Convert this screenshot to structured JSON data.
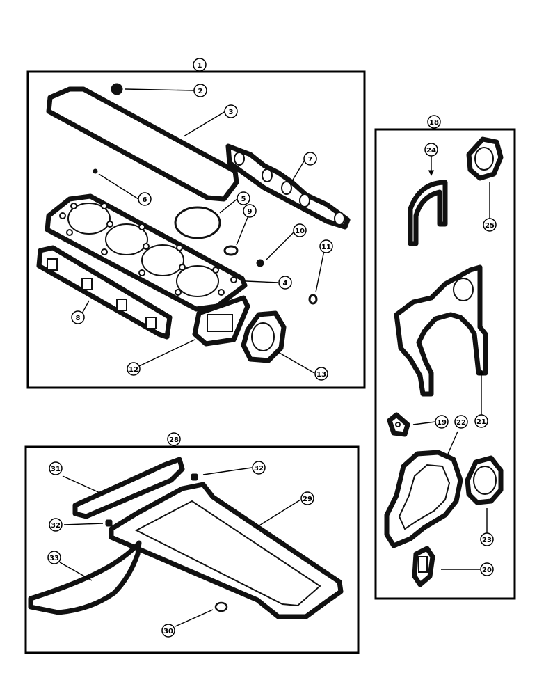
{
  "callouts": {
    "c1": "1",
    "c2": "2",
    "c3": "3",
    "c4": "4",
    "c5": "5",
    "c6": "6",
    "c7": "7",
    "c8": "8",
    "c9": "9",
    "c10": "10",
    "c11": "11",
    "c12": "12",
    "c13": "13",
    "c18": "18",
    "c19": "19",
    "c20": "20",
    "c21": "21",
    "c22": "22",
    "c23": "23",
    "c24": "24",
    "c25": "25",
    "c28": "28",
    "c29": "29",
    "c30": "30",
    "c31": "31",
    "c32a": "32",
    "c32b": "32",
    "c33": "33"
  },
  "colors": {
    "line": "#111111",
    "paper": "#ffffff"
  }
}
